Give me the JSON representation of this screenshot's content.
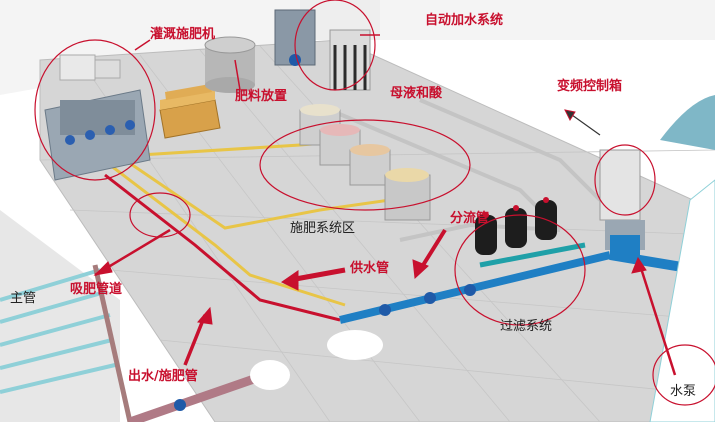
{
  "labels": {
    "fertigation_machine": "灌溉施肥机",
    "auto_water_system": "自动加水系统",
    "fertilizer_storage": "肥料放置",
    "mother_liquor_acid": "母液和酸",
    "vfd_cabinet": "变频控制箱",
    "fertilizer_area": "施肥系统区",
    "branch_pipe": "分流管",
    "supply_pipe": "供水管",
    "suction_pipe": "吸肥管道",
    "main_pipe": "主管",
    "outlet_pipe": "出水/施肥管",
    "filter_system": "过滤系统",
    "water_pump": "水泵"
  },
  "colors": {
    "annotation": "#c8102e",
    "floor": "#d9d9d9",
    "wall": "#f2f2f2",
    "pipe_blue": "#1f7fc4",
    "pipe_yellow": "#e8c547",
    "pipe_red": "#c8102e",
    "pipe_gray": "#c9c9c9",
    "pool": "#7fb7c7"
  }
}
